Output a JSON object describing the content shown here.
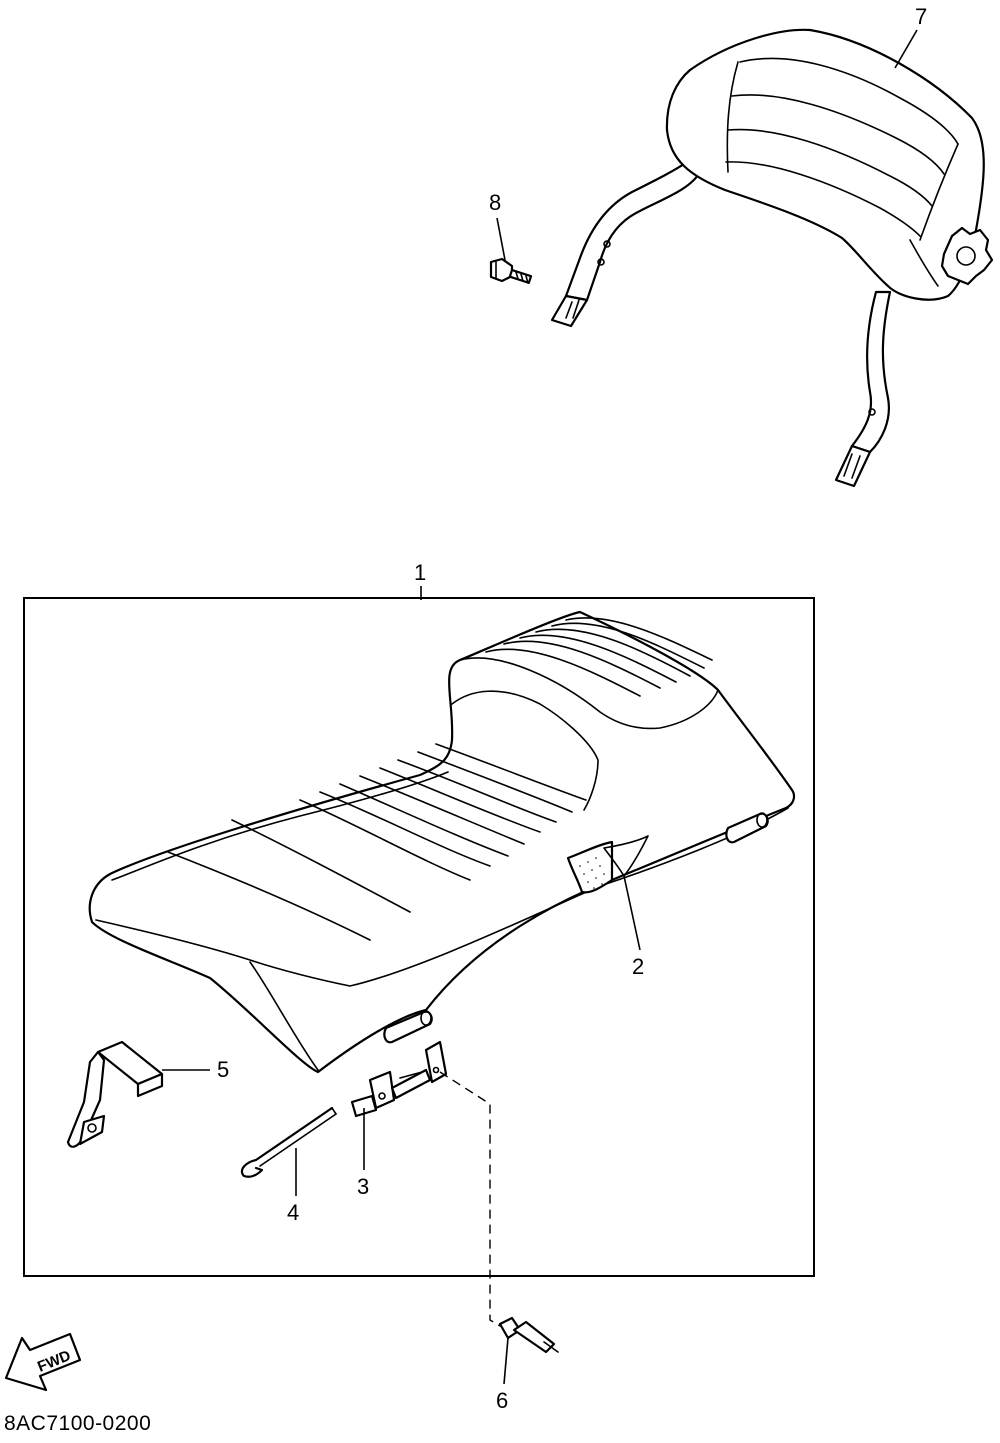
{
  "callouts": {
    "c1": "1",
    "c2": "2",
    "c3": "3",
    "c4": "4",
    "c5": "5",
    "c6": "6",
    "c7": "7",
    "c8": "8"
  },
  "fwd_label": "FWD",
  "diagram_code": "8AC7100-0200"
}
